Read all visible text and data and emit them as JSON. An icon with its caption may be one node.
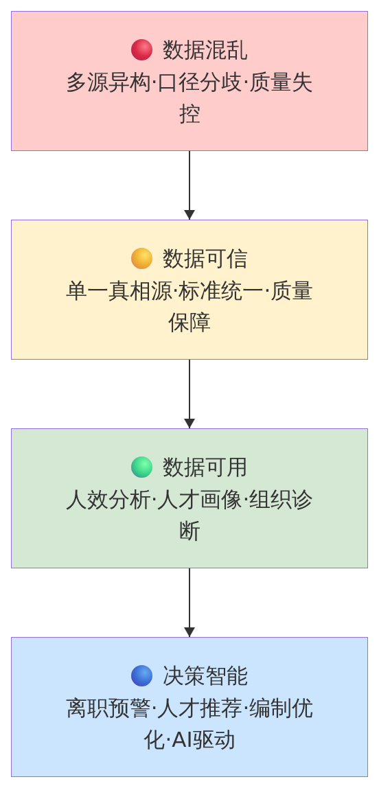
{
  "diagram": {
    "nodes": [
      {
        "text": [
          "数据混乱",
          "多源异构·口径分歧·质量失控"
        ]
      },
      {
        "text": [
          "数据可信",
          "单一真相源·标准统一·质量保障"
        ]
      },
      {
        "text": [
          "数据可用",
          "人效分析·人才画像·组织诊断"
        ]
      },
      {
        "text": [
          "决策智能",
          "离职预警·人才推荐·编制优化·AI驱动"
        ]
      }
    ],
    "edges": [
      {
        "from": 0,
        "to": 1,
        "arrow": "to"
      },
      {
        "from": 1,
        "to": 2,
        "arrow": "to"
      },
      {
        "from": 2,
        "to": 3,
        "arrow": "to"
      }
    ]
  }
}
